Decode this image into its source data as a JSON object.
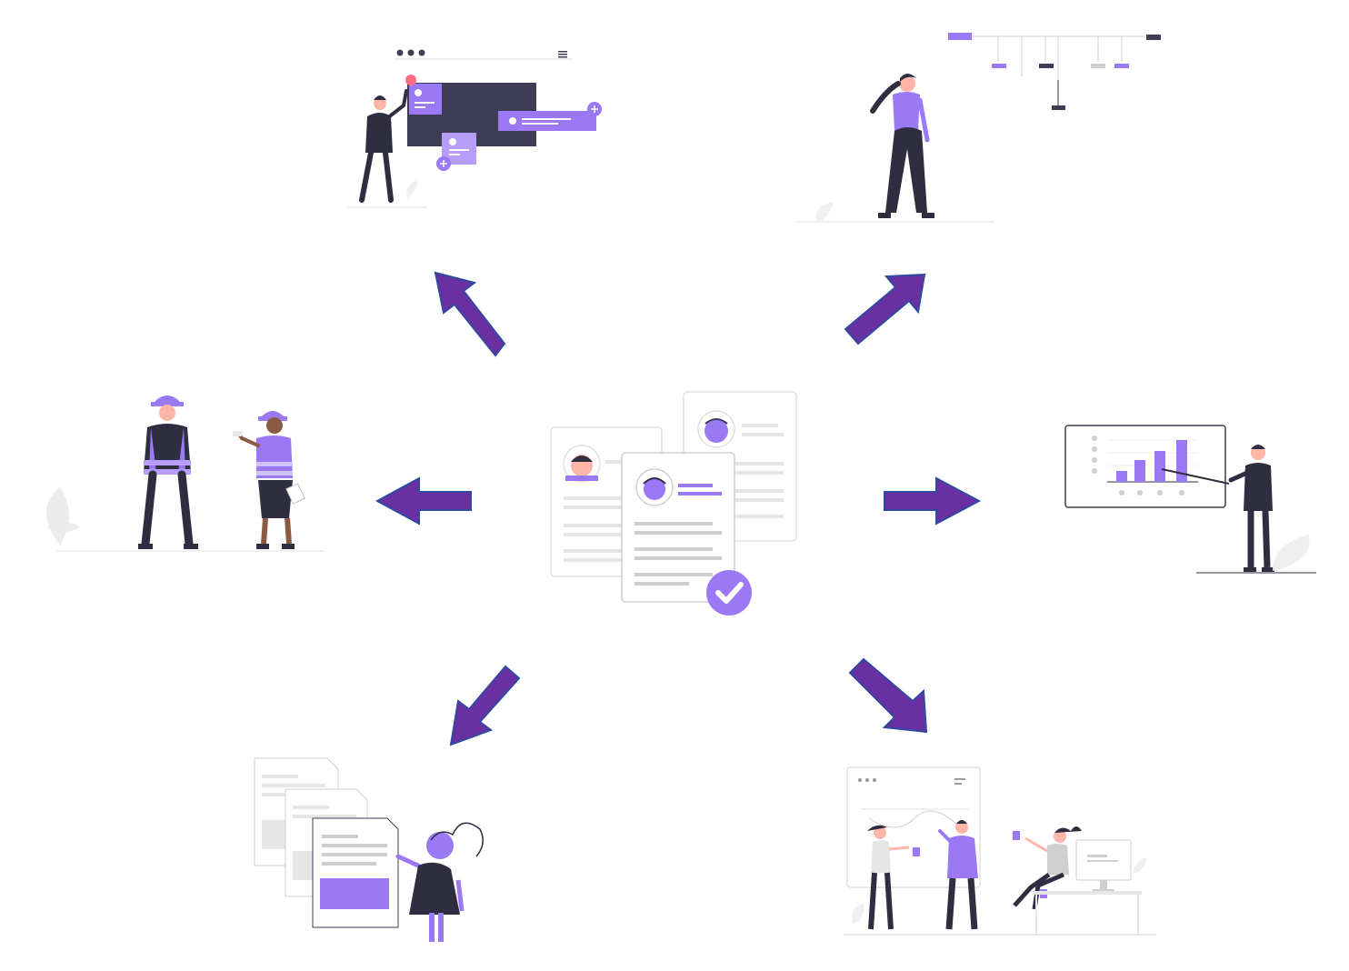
{
  "colors": {
    "accent": "#9b78f4",
    "accent_light": "#b79cf8",
    "arrow_fill": "#6a2fa0",
    "arrow_stroke": "#2f4aa0",
    "dark": "#3f3d56",
    "figure_dark": "#2f2e41",
    "skin": "#ffb6a8",
    "gray_line": "#d9d9d9",
    "gray_light": "#e6e6e6",
    "background": "#ffffff"
  },
  "center": {
    "illustration": "resume-documents-with-checkmark"
  },
  "arrows": [
    {
      "name": "arrow-up-left",
      "direction": "up-left"
    },
    {
      "name": "arrow-up-right",
      "direction": "up-right"
    },
    {
      "name": "arrow-left",
      "direction": "left"
    },
    {
      "name": "arrow-right",
      "direction": "right"
    },
    {
      "name": "arrow-down-left",
      "direction": "down-left"
    },
    {
      "name": "arrow-down-right",
      "direction": "down-right"
    }
  ],
  "scenes": [
    {
      "name": "scene-dashboard-builder",
      "depicts": "person-placing-cards-on-dashboard"
    },
    {
      "name": "scene-org-chart",
      "depicts": "woman-viewing-org-chart"
    },
    {
      "name": "scene-workers",
      "depicts": "two-workers-in-hard-hats"
    },
    {
      "name": "scene-presentation",
      "depicts": "man-presenting-bar-chart"
    },
    {
      "name": "scene-documents",
      "depicts": "woman-with-stacked-documents"
    },
    {
      "name": "scene-team-whiteboard",
      "depicts": "team-at-whiteboard-and-desk"
    }
  ]
}
